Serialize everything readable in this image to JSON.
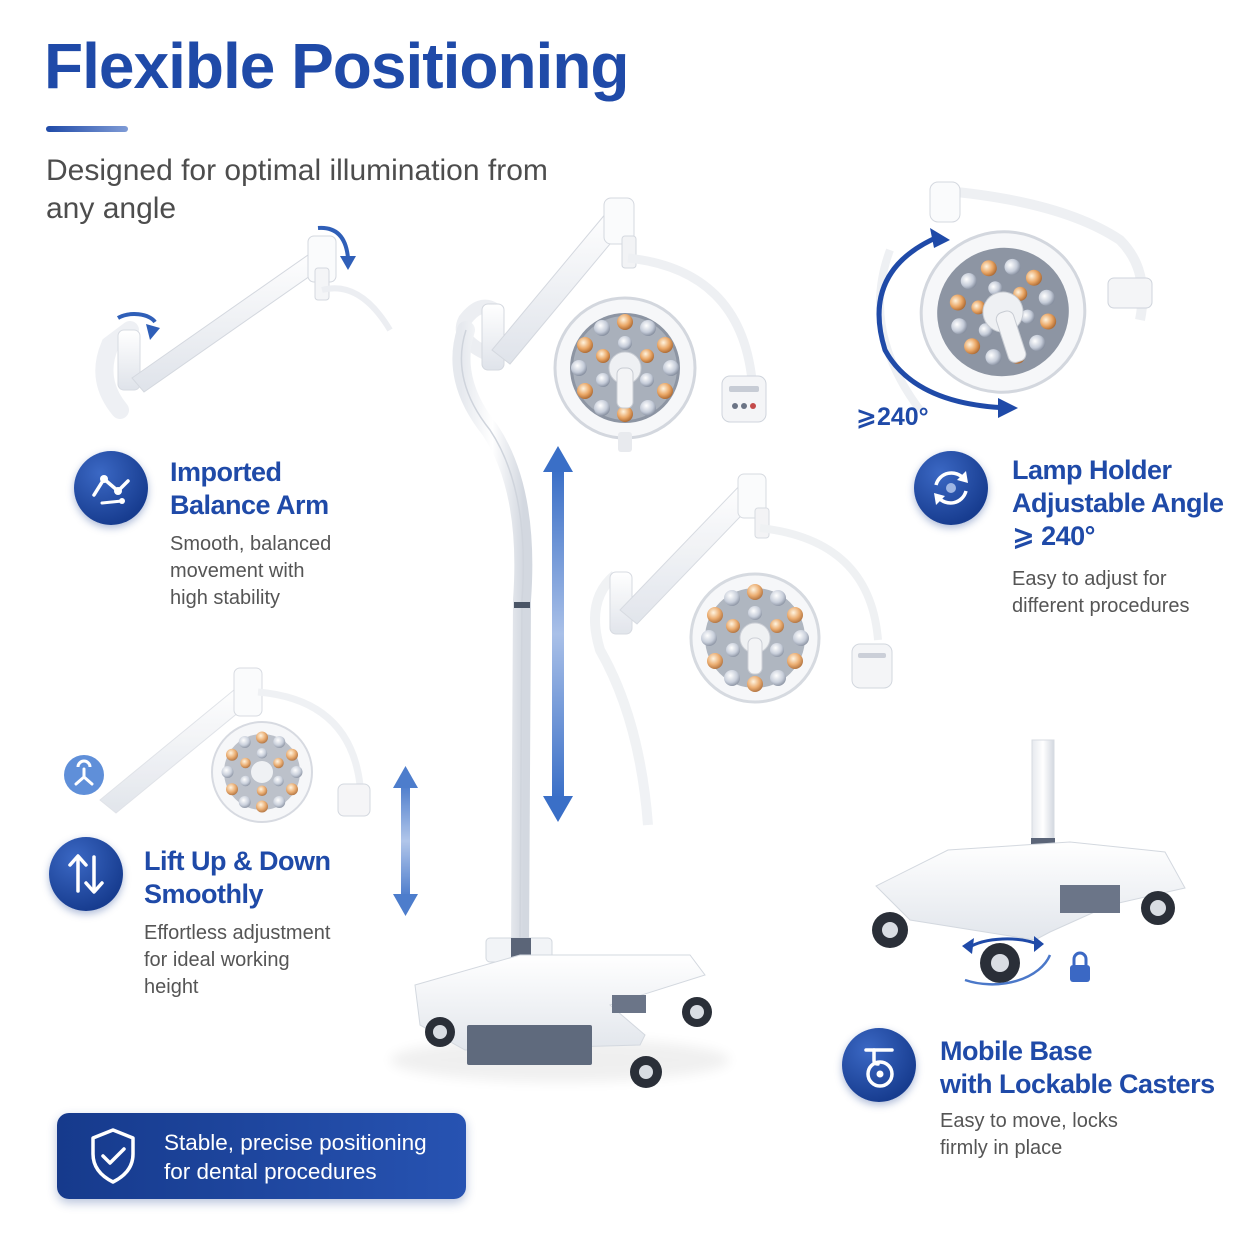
{
  "header": {
    "title": "Flexible Positioning",
    "subtitle": "Designed for optimal illumination from any angle"
  },
  "colors": {
    "brand_blue": "#1f4aa8",
    "dark_blue": "#163a8c",
    "light_blue": "#6f97dc",
    "warm_led": "#e9a86a",
    "cool_led": "#b9c2d2",
    "body_gray": "#555555"
  },
  "features": [
    {
      "id": "balance-arm",
      "icon": "balance-arm-icon",
      "title_line1": "Imported",
      "title_line2": "Balance Arm",
      "desc_line1": "Smooth, balanced",
      "desc_line2": "movement with",
      "desc_line3": "high stability"
    },
    {
      "id": "lamp-holder",
      "icon": "rotate-icon",
      "title_line1": "Lamp Holder",
      "title_line2": "Adjustable Angle",
      "title_line3": "⩾ 240°",
      "desc_line1": "Easy to adjust for",
      "desc_line2": "different procedures"
    },
    {
      "id": "lift",
      "icon": "up-down-arrows-icon",
      "title_line1": "Lift Up & Down",
      "title_line2": "Smoothly",
      "desc_line1": "Effortless adjustment",
      "desc_line2": "for ideal working",
      "desc_line3": "height"
    },
    {
      "id": "mobile-base",
      "icon": "caster-wheel-icon",
      "title_line1": "Mobile Base",
      "title_line2": "with Lockable Casters",
      "desc_line1": "Easy to move, locks",
      "desc_line2": "firmly in place"
    }
  ],
  "angle_annotation": "⩾240°",
  "banner": {
    "icon": "shield-check-icon",
    "line1": "Stable, precise positioning",
    "line2": "for dental procedures"
  }
}
